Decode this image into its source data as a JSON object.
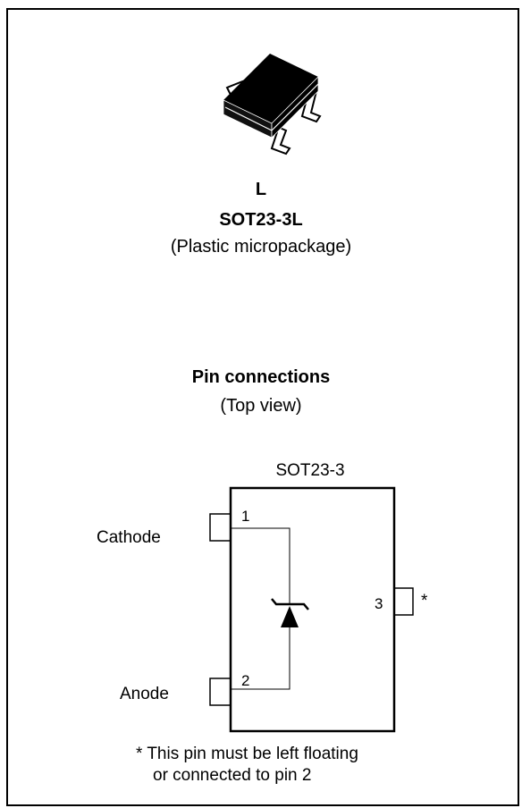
{
  "package": {
    "suffix": "L",
    "name": "SOT23-3L",
    "description": "(Plastic micropackage)"
  },
  "pin_section": {
    "title": "Pin connections",
    "subtitle": "(Top view)"
  },
  "pinout": {
    "package_name": "SOT23-3",
    "pins": [
      {
        "number": "1",
        "label": "Cathode"
      },
      {
        "number": "2",
        "label": "Anode"
      },
      {
        "number": "3",
        "label": "*"
      }
    ]
  },
  "note": {
    "line1": "* This pin must be left floating",
    "line2": "or connected to pin 2"
  },
  "colors": {
    "line": "#000000",
    "background": "#ffffff"
  }
}
